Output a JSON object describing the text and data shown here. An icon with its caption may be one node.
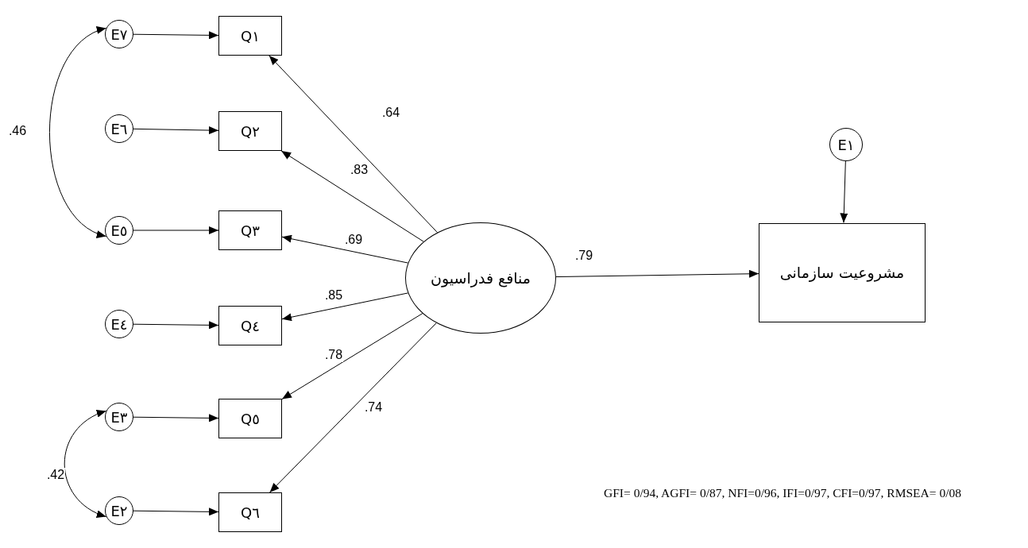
{
  "diagram": {
    "nodes": [
      {
        "text": [
          "E٧"
        ]
      },
      {
        "text": [
          "Q١"
        ]
      },
      {
        "text": [
          "E٦"
        ]
      },
      {
        "text": [
          "Q٢"
        ]
      },
      {
        "text": [
          "E٥"
        ]
      },
      {
        "text": [
          "Q٣"
        ]
      },
      {
        "text": [
          "E٤"
        ]
      },
      {
        "text": [
          "Q٤"
        ]
      },
      {
        "text": [
          "E٣"
        ]
      },
      {
        "text": [
          "Q٥"
        ]
      },
      {
        "text": [
          "E٢"
        ]
      },
      {
        "text": [
          "Q٦"
        ]
      },
      {
        "text": [
          "منافع فدراسیون"
        ]
      },
      {
        "text": [
          "E١"
        ]
      },
      {
        "text": [
          "مشروعیت سازمانی"
        ]
      }
    ],
    "edges": [
      {
        "from": 0,
        "to": 1,
        "arrow": "to"
      },
      {
        "from": 2,
        "to": 3,
        "arrow": "to"
      },
      {
        "from": 4,
        "to": 5,
        "arrow": "to"
      },
      {
        "from": 6,
        "to": 7,
        "arrow": "to"
      },
      {
        "from": 8,
        "to": 9,
        "arrow": "to"
      },
      {
        "from": 10,
        "to": 11,
        "arrow": "to"
      },
      {
        "from": 12,
        "to": 1,
        "arrow": "to",
        "label": ".64"
      },
      {
        "from": 12,
        "to": 3,
        "arrow": "to",
        "label": ".83"
      },
      {
        "from": 12,
        "to": 5,
        "arrow": "to",
        "label": ".69"
      },
      {
        "from": 12,
        "to": 7,
        "arrow": "to",
        "label": ".85"
      },
      {
        "from": 12,
        "to": 9,
        "arrow": "to",
        "label": ".78"
      },
      {
        "from": 12,
        "to": 11,
        "arrow": "to",
        "label": ".74"
      },
      {
        "from": 12,
        "to": 14,
        "arrow": "to",
        "label": ".79"
      },
      {
        "from": 13,
        "to": 14,
        "arrow": "to"
      },
      {
        "from": 0,
        "to": 4,
        "arrow": "both",
        "label": ".46"
      },
      {
        "from": 8,
        "to": 10,
        "arrow": "both",
        "label": ".42"
      }
    ],
    "labels": [
      "GFI= 0/94, AGFI= 0/87, NFI=0/96, IFI=0/97, CFI=0/97, RMSEA= 0/08"
    ]
  }
}
